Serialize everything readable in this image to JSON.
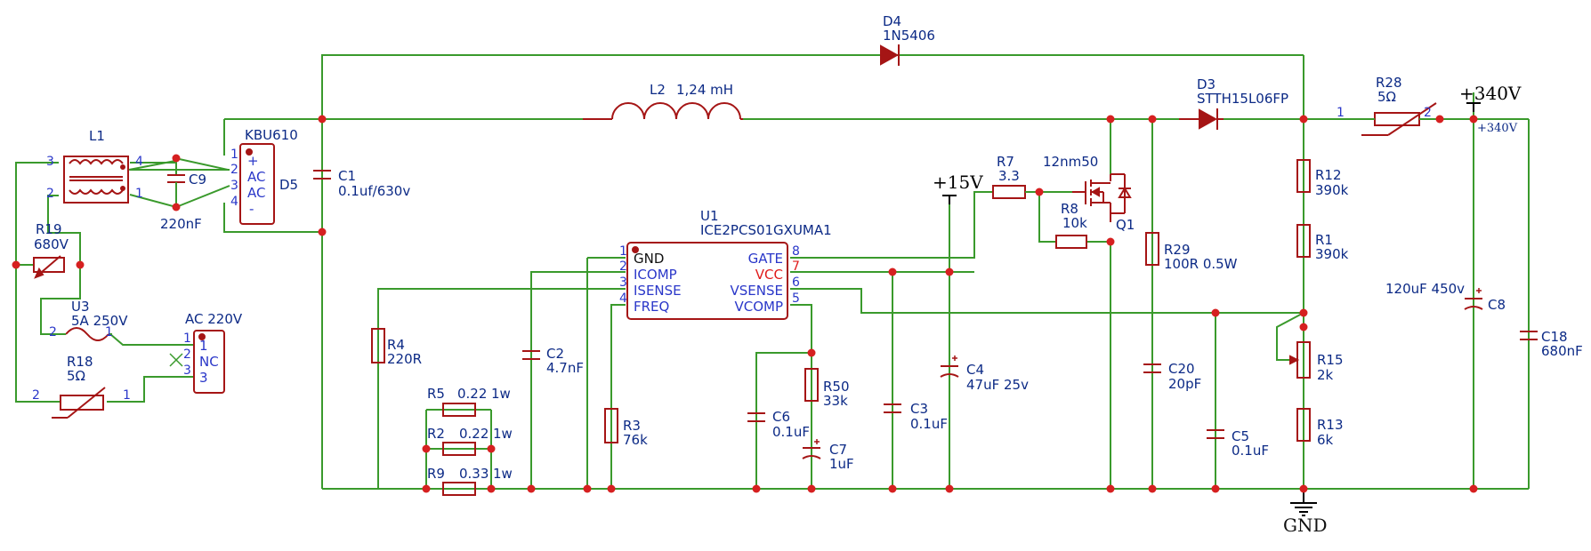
{
  "colors": {
    "wire": "#3a9a2c",
    "component": "#a51515",
    "label": "#0c2a86",
    "pin_number": "#2a37c9",
    "junction": "#d62020",
    "power_label": "#000000",
    "vcc_pin": "#e01a1a"
  },
  "components": {
    "d4": {
      "ref": "D4",
      "value": "1N5406"
    },
    "l2": {
      "ref": "L2",
      "value": "1,24 mH"
    },
    "d3": {
      "ref": "D3",
      "value": "STTH15L06FP"
    },
    "r28": {
      "ref": "R28",
      "value": "5Ω",
      "pin1": "1",
      "pin2": "2"
    },
    "l1": {
      "ref": "L1",
      "pin1": "1",
      "pin2": "2",
      "pin3": "3",
      "pin4": "4"
    },
    "c9": {
      "ref": "C9",
      "value": "220nF"
    },
    "bridge": {
      "ref": "D5",
      "value": "KBU610",
      "pin1": "1",
      "pin2": "2",
      "pin3": "3",
      "pin4": "4",
      "lbl_plus": "+",
      "lbl_ac1": "AC",
      "lbl_ac2": "AC",
      "lbl_minus": "-"
    },
    "c1": {
      "ref": "C1",
      "value": "0.1uf/630v"
    },
    "r19": {
      "ref": "R19",
      "value": "680V"
    },
    "u3": {
      "ref": "U3",
      "value": "5A 250V",
      "pin1": "1",
      "pin2": "2"
    },
    "ac": {
      "ref": "AC 220V",
      "pin1": "1",
      "pin2": "2",
      "pin3": "3",
      "inner1": "1",
      "innerNC": "NC",
      "inner3": "3"
    },
    "r18": {
      "ref": "R18",
      "value": "5Ω",
      "pin1": "1",
      "pin2": "2"
    },
    "u1": {
      "ref": "U1",
      "value": "ICE2PCS01GXUMA1",
      "pins": {
        "gnd": {
          "num": "1",
          "name": "GND"
        },
        "icomp": {
          "num": "2",
          "name": "ICOMP"
        },
        "isense": {
          "num": "3",
          "name": "ISENSE"
        },
        "freq": {
          "num": "4",
          "name": "FREQ"
        },
        "vcomp": {
          "num": "5",
          "name": "VCOMP"
        },
        "vsense": {
          "num": "6",
          "name": "VSENSE"
        },
        "vcc": {
          "num": "7",
          "name": "VCC"
        },
        "gate": {
          "num": "8",
          "name": "GATE"
        }
      }
    },
    "r4": {
      "ref": "R4",
      "value": "220R"
    },
    "c2": {
      "ref": "C2",
      "value": "4.7nF"
    },
    "r5": {
      "ref": "R5",
      "value": "0.22",
      "power": "1w"
    },
    "r2": {
      "ref": "R2",
      "value": "0.22",
      "power": "1w"
    },
    "r9": {
      "ref": "R9",
      "value": "0.33",
      "power": "1w"
    },
    "r3": {
      "ref": "R3",
      "value": "76k"
    },
    "c6": {
      "ref": "C6",
      "value": "0.1uF"
    },
    "r50": {
      "ref": "R50",
      "value": "33k"
    },
    "c7": {
      "ref": "C7",
      "value": "1uF"
    },
    "c3": {
      "ref": "C3",
      "value": "0.1uF"
    },
    "c4": {
      "ref": "C4",
      "value": "47uF 25v"
    },
    "r7": {
      "ref": "R7",
      "value": "3.3"
    },
    "q1": {
      "ref": "Q1",
      "value": "12nm50"
    },
    "r8": {
      "ref": "R8",
      "value": "10k"
    },
    "r29": {
      "ref": "R29",
      "value": "100R 0.5W"
    },
    "c20": {
      "ref": "C20",
      "value": "20pF"
    },
    "c5": {
      "ref": "C5",
      "value": "0.1uF"
    },
    "r12": {
      "ref": "R12",
      "value": "390k"
    },
    "r1": {
      "ref": "R1",
      "value": "390k"
    },
    "r15": {
      "ref": "R15",
      "value": "2k"
    },
    "r13": {
      "ref": "R13",
      "value": "6k"
    },
    "c8": {
      "ref": "C8",
      "value": "120uF 450v"
    },
    "c18": {
      "ref": "C18",
      "value": "680nF"
    }
  },
  "power": {
    "v15": "+15V",
    "v340": "+340V",
    "v340_net": "+340V",
    "gnd": "GND"
  }
}
